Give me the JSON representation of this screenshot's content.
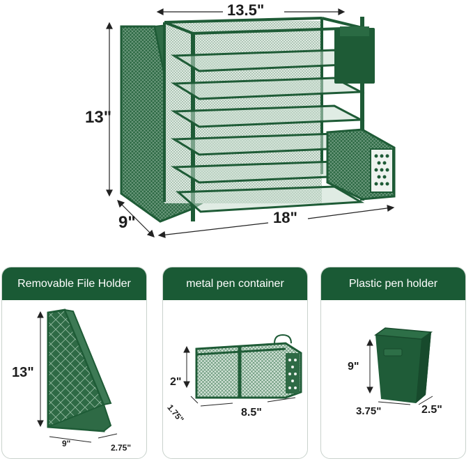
{
  "main": {
    "dims": {
      "width_top": "13.5\"",
      "height": "13\"",
      "depth": "9\"",
      "width_bottom": "18\""
    }
  },
  "cards": [
    {
      "title": "Removable File Holder",
      "dims": [
        "13\"",
        "9\"",
        "2.75\""
      ]
    },
    {
      "title": "metal pen container",
      "dims": [
        "2\"",
        "1.75\"",
        "8.5\""
      ]
    },
    {
      "title": "Plastic pen holder",
      "dims": [
        "9\"",
        "3.75\"",
        "2.5\""
      ]
    }
  ],
  "colors": {
    "frame_green": "#1e5b36",
    "header_green": "#1a5a35",
    "mesh_green": "#3f7a55"
  }
}
